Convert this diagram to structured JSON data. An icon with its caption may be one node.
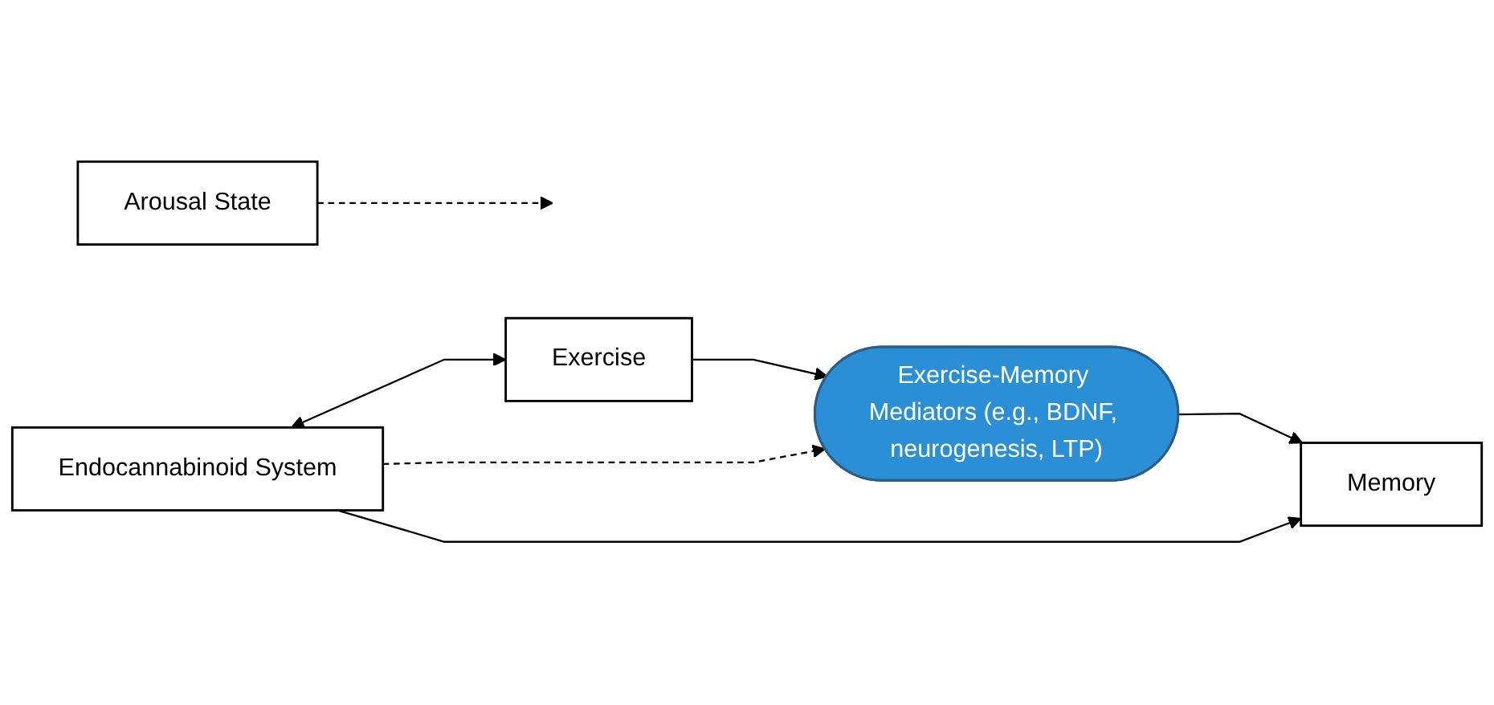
{
  "diagram": {
    "nodes": [
      {
        "text": [
          "Endocannabinoid System"
        ]
      },
      {
        "text": [
          "Arousal State"
        ]
      },
      {
        "text": [
          "Exercise"
        ]
      },
      {
        "text": [
          "Exercise-Memory Mediators (e.g., BDNF, neurogenesis, LTP)"
        ]
      },
      {
        "text": [
          "Memory"
        ]
      }
    ],
    "edges": [
      {
        "from": 0,
        "to": 2,
        "arrow": "both"
      },
      {
        "from": 0,
        "to": 3,
        "arrow": "to",
        "style": "dashed"
      },
      {
        "from": 0,
        "to": 4,
        "arrow": "to"
      },
      {
        "from": 1,
        "to": null,
        "arrow": "to",
        "style": "dashed"
      },
      {
        "from": 2,
        "to": 3,
        "arrow": "to"
      },
      {
        "from": 3,
        "to": 4,
        "arrow": "to"
      }
    ]
  }
}
